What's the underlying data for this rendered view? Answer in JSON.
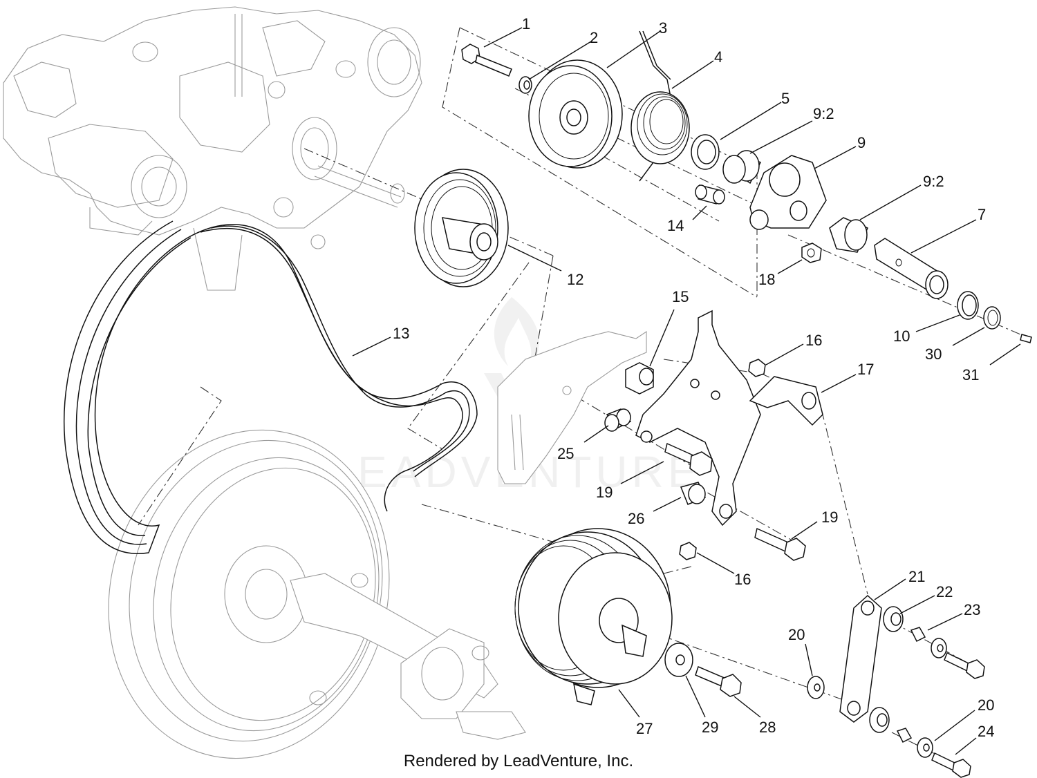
{
  "diagram": {
    "callouts": [
      {
        "id": "c1",
        "label": "1"
      },
      {
        "id": "c2",
        "label": "2"
      },
      {
        "id": "c3",
        "label": "3"
      },
      {
        "id": "c4",
        "label": "4"
      },
      {
        "id": "c5",
        "label": "5"
      },
      {
        "id": "c9_2a",
        "label": "9:2"
      },
      {
        "id": "c9",
        "label": "9"
      },
      {
        "id": "c9_2b",
        "label": "9:2"
      },
      {
        "id": "c7",
        "label": "7"
      },
      {
        "id": "c14",
        "label": "14"
      },
      {
        "id": "c18",
        "label": "18"
      },
      {
        "id": "c12",
        "label": "12"
      },
      {
        "id": "c10",
        "label": "10"
      },
      {
        "id": "c30",
        "label": "30"
      },
      {
        "id": "c31",
        "label": "31"
      },
      {
        "id": "c13",
        "label": "13"
      },
      {
        "id": "c15",
        "label": "15"
      },
      {
        "id": "c16a",
        "label": "16"
      },
      {
        "id": "c17",
        "label": "17"
      },
      {
        "id": "c25",
        "label": "25"
      },
      {
        "id": "c19a",
        "label": "19"
      },
      {
        "id": "c26",
        "label": "26"
      },
      {
        "id": "c19b",
        "label": "19"
      },
      {
        "id": "c16b",
        "label": "16"
      },
      {
        "id": "c21",
        "label": "21"
      },
      {
        "id": "c22",
        "label": "22"
      },
      {
        "id": "c23",
        "label": "23"
      },
      {
        "id": "c20a",
        "label": "20"
      },
      {
        "id": "c27",
        "label": "27"
      },
      {
        "id": "c29",
        "label": "29"
      },
      {
        "id": "c28",
        "label": "28"
      },
      {
        "id": "c20b",
        "label": "20"
      },
      {
        "id": "c24",
        "label": "24"
      }
    ],
    "watermark": "LEADVENTURE",
    "footer": "Rendered by LeadVenture, Inc."
  }
}
